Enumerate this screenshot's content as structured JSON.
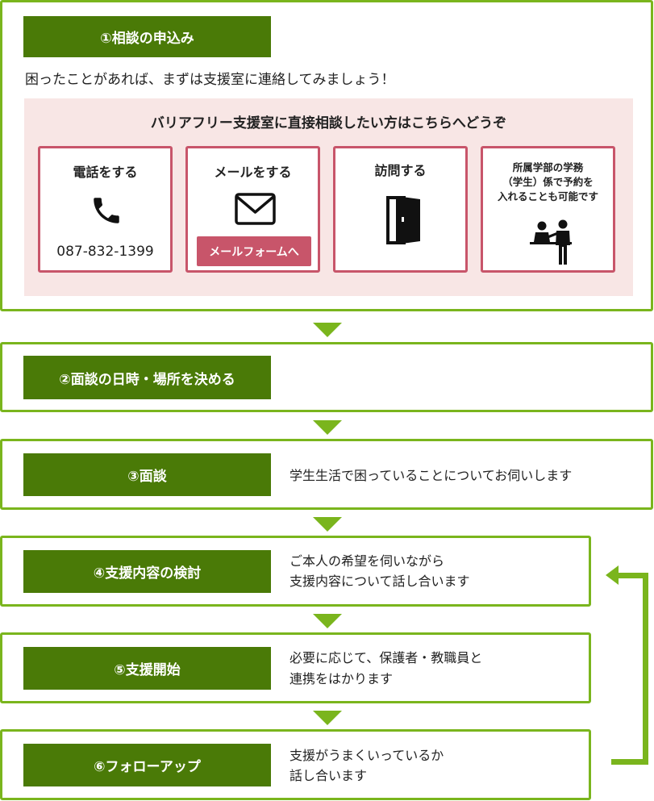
{
  "step1": {
    "label": "①相談の申込み",
    "intro": "困ったことがあれば、まずは支援室に連絡してみましょう！",
    "panel_title": "バリアフリー支援室に直接相談したい方はこちらへどうぞ",
    "cards": [
      {
        "title": "電話をする",
        "phone": "087-832-1399",
        "icon": "phone-icon"
      },
      {
        "title": "メールをする",
        "button": "メールフォームへ",
        "icon": "envelope-icon"
      },
      {
        "title": "訪問する",
        "icon": "door-icon"
      },
      {
        "title": "所属学部の学務\n（学生）係で予約を\n入れることも可能です",
        "icon": "reception-desk-icon"
      }
    ]
  },
  "step2": {
    "label": "②面談の日時・場所を決める"
  },
  "step3": {
    "label": "③面談",
    "text": "学生生活で困っていることについてお伺いします"
  },
  "step4": {
    "label": "④支援内容の検討",
    "line1": "ご本人の希望を伺いながら",
    "line2": "支援内容について話し合います"
  },
  "step5": {
    "label": "⑤支援開始",
    "line1": "必要に応じて、保護者・教職員と",
    "line2": "連携をはかります"
  },
  "step6": {
    "label": "⑥フォローアップ",
    "line1": "支援がうまくいっているか",
    "line2": "話し合います"
  },
  "colors": {
    "border_green": "#7ab51d",
    "label_green": "#4a7a07",
    "pink_bg": "#f8e6e5",
    "card_border": "#c8556a"
  }
}
